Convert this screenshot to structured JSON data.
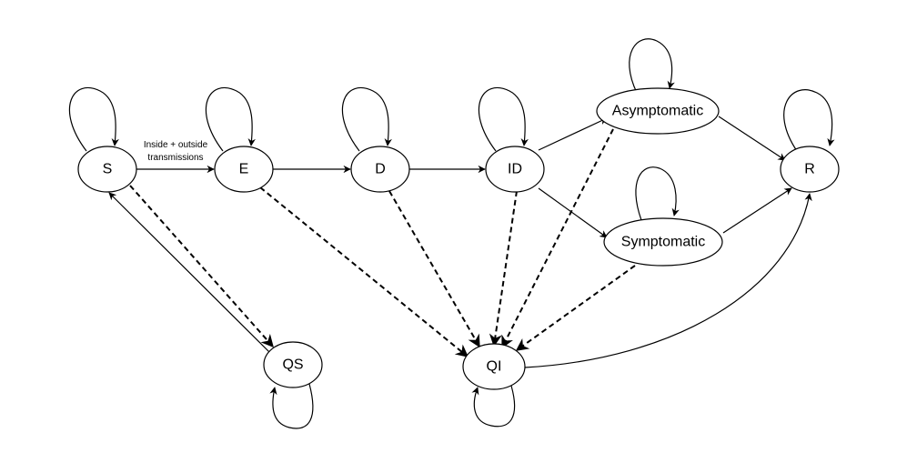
{
  "nodes": {
    "S": "S",
    "E": "E",
    "D": "D",
    "ID": "ID",
    "Asymptomatic": "Asymptomatic",
    "Symptomatic": "Symptomatic",
    "R": "R",
    "QS": "QS",
    "QI": "QI"
  },
  "edge_labels": {
    "s_to_e_line1": "Inside + outside",
    "s_to_e_line2": "transmissions"
  },
  "colors": {
    "stroke": "#000000",
    "background": "#ffffff"
  }
}
